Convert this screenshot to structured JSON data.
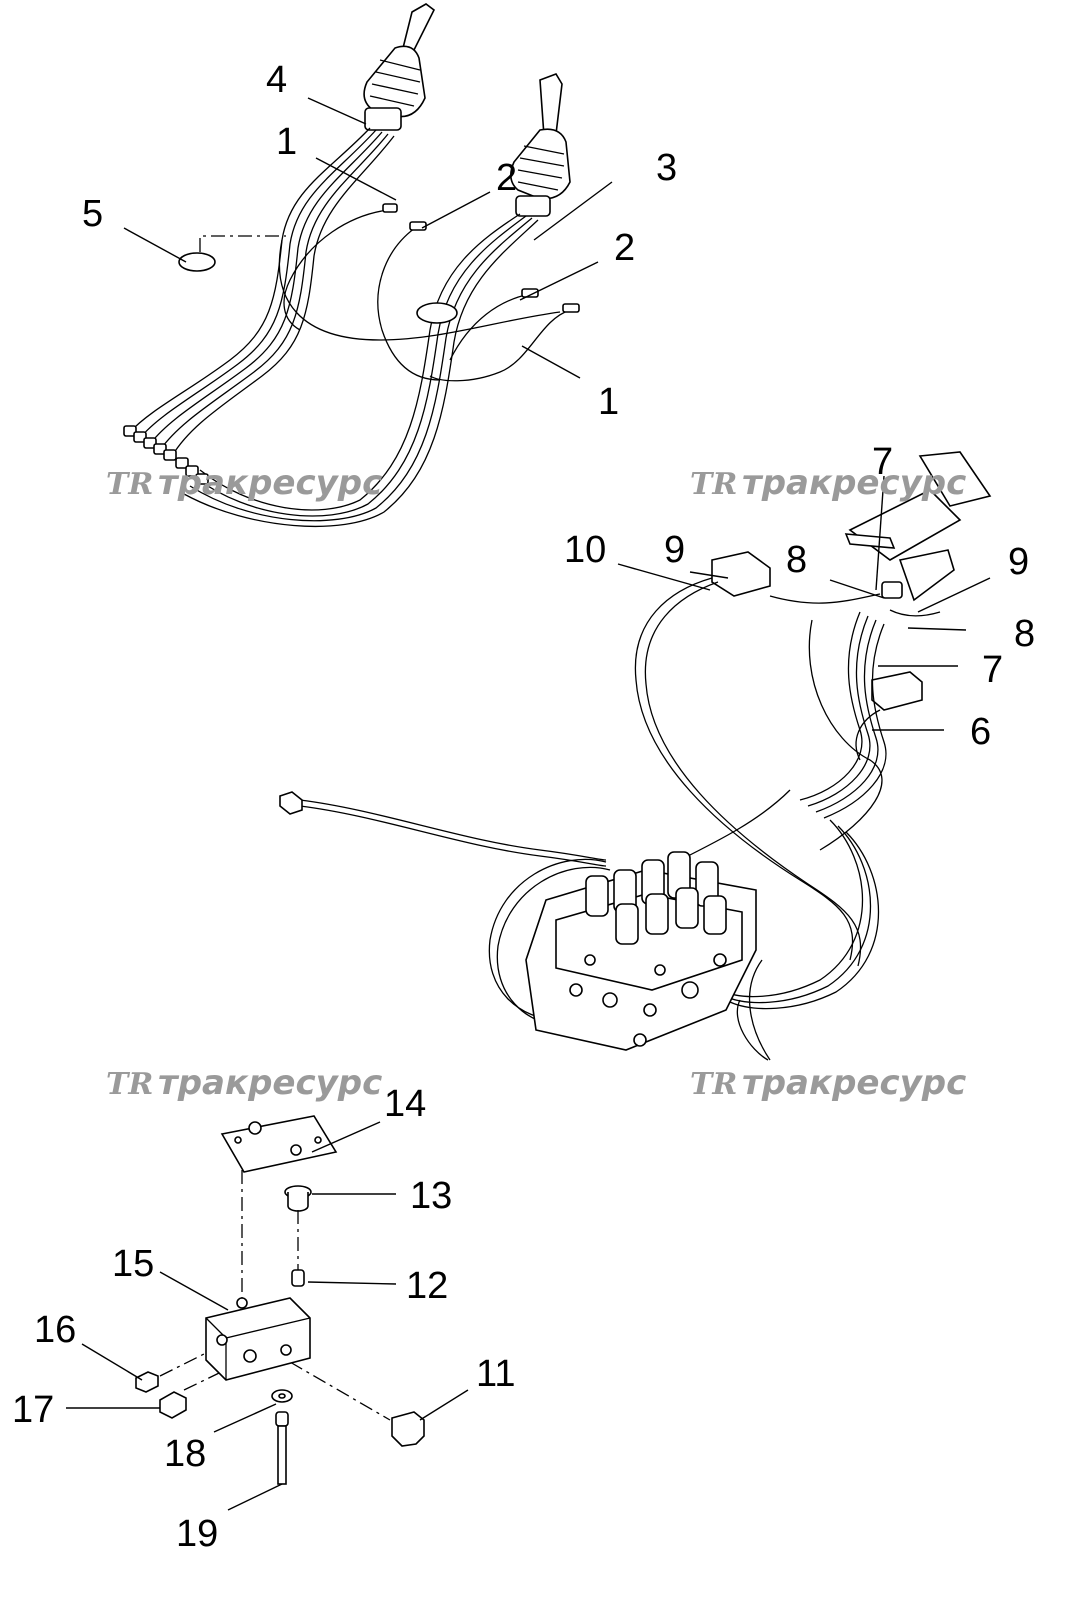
{
  "callouts": [
    "1",
    "1",
    "2",
    "2",
    "3",
    "4",
    "5",
    "6",
    "7",
    "7",
    "8",
    "8",
    "9",
    "9",
    "10",
    "11",
    "12",
    "13",
    "14",
    "15",
    "16",
    "17",
    "18",
    "19"
  ],
  "watermark": {
    "logo": "TR",
    "text": "тракресурс"
  },
  "colors": {
    "line": "#000000",
    "watermark": "#9a9a9a",
    "background": "#ffffff"
  }
}
